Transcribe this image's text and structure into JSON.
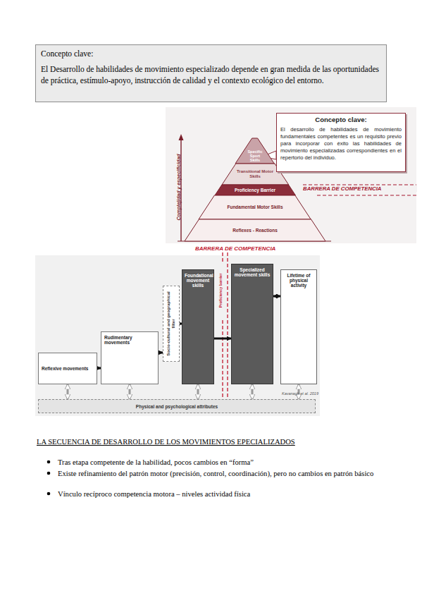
{
  "diagram": {
    "nodes": [
      {
        "text": [
          "Concepto clave:",
          "El Desarrollo de habilidades de movimiento especializado depende en gran medida de las oportunidades de práctica, estímulo-apoyo, instrucción de calidad y el contexto ecológico del entorno."
        ]
      },
      {
        "text": [
          "Specific Sport Skills"
        ]
      },
      {
        "text": [
          "Transitional Motor Skills"
        ]
      },
      {
        "text": [
          "Proficiency Barrier"
        ]
      },
      {
        "text": [
          "Fundamental Motor Skills"
        ]
      },
      {
        "text": [
          "Reflexes - Reactions"
        ]
      },
      {
        "text": [
          "Concepto clave:",
          "El desarrollo de habilidades de movimiento fundamentales competentes es un requisito previo para incorporar con éxito las habilidades de movimiento especializadas correspondientes en el repertorio del individuo."
        ]
      },
      {
        "text": [
          "Reflexive movements"
        ]
      },
      {
        "text": [
          "Rudimentary movements"
        ]
      },
      {
        "text": [
          "Socio-cultural and geographical filter"
        ]
      },
      {
        "text": [
          "Foundational movement skills"
        ]
      },
      {
        "text": [
          "Proficiency barrier"
        ]
      },
      {
        "text": [
          "Specialized movement skills"
        ]
      },
      {
        "text": [
          "Lifetime of physical activity"
        ]
      },
      {
        "text": [
          "Physical and psychological attributes"
        ]
      }
    ],
    "edges": [
      {
        "from": 7,
        "to": 8,
        "arrow": "to"
      },
      {
        "from": 8,
        "to": 9,
        "arrow": "to"
      },
      {
        "from": 9,
        "to": 10,
        "arrow": "to"
      },
      {
        "from": 10,
        "to": 12,
        "arrow": "to"
      },
      {
        "from": 12,
        "to": 13,
        "arrow": "both"
      },
      {
        "from": 7,
        "to": 14,
        "arrow": "both"
      },
      {
        "from": 8,
        "to": 14,
        "arrow": "both"
      },
      {
        "from": 10,
        "to": 14,
        "arrow": "both"
      },
      {
        "from": 12,
        "to": 14,
        "arrow": "both"
      },
      {
        "from": 13,
        "to": 14,
        "arrow": "both"
      }
    ],
    "labels": [
      "BARRERA DE COMPETENCIA",
      "Complejidad y especificidad",
      "BARRERA DE COMPETENCIA",
      "Kavanagh et al. 2019",
      "LA SECUENCIA DE DESARROLLO DE LOS MOVIMIENTOS EPECIALIZADOS",
      "Tras etapa competente de la habilidad, pocos cambios en “forma”",
      "Existe refinamiento del patrón motor (precisión, control, coordinación), pero no cambios en patrón básico",
      "Vínculo recíproco competencia motora – niveles actividad física"
    ]
  }
}
